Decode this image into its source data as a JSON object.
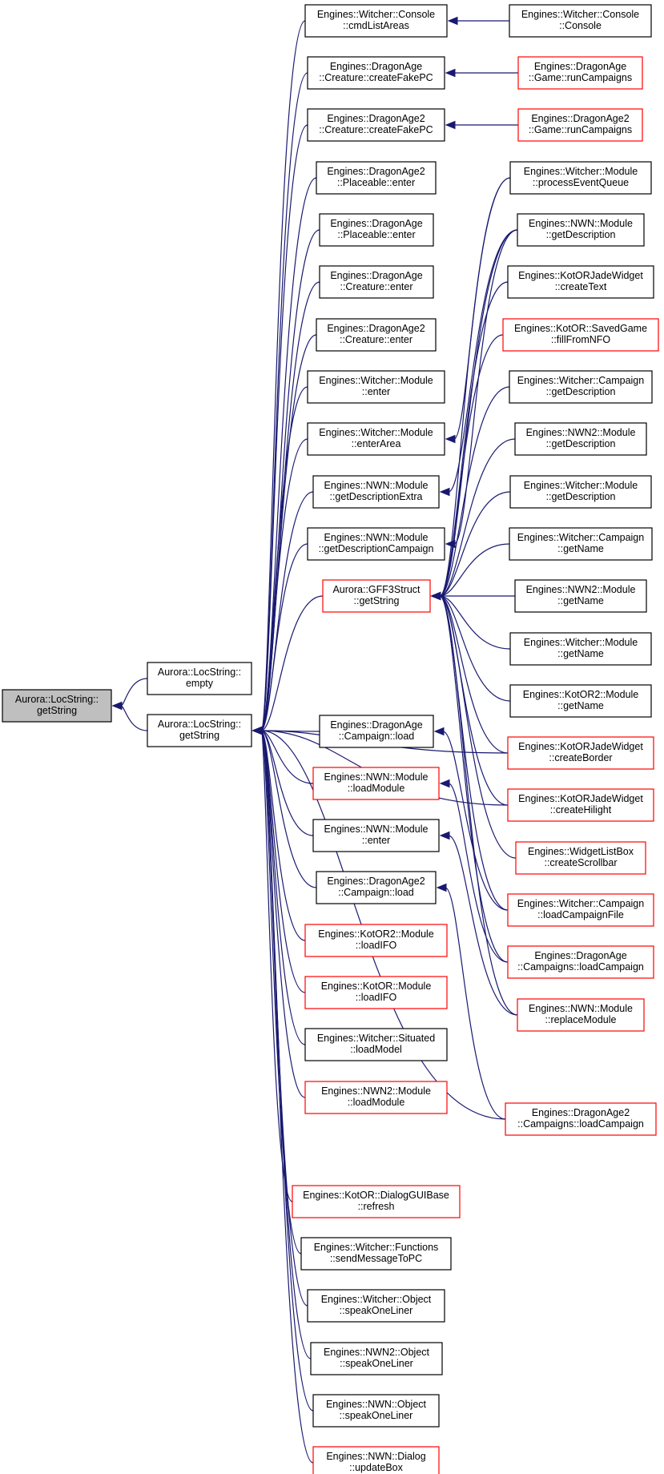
{
  "nodes": {
    "root": [
      "Aurora::LocString::",
      "getString"
    ],
    "empty": [
      "Aurora::LocString::",
      "empty"
    ],
    "getString": [
      "Aurora::LocString::",
      "getString"
    ],
    "cmdListAreas": [
      "Engines::Witcher::Console",
      "::cmdListAreas"
    ],
    "witcherConsole": [
      "Engines::Witcher::Console",
      "::Console"
    ],
    "da_createFakePC": [
      "Engines::DragonAge",
      "::Creature::createFakePC"
    ],
    "da_runCampaigns": [
      "Engines::DragonAge",
      "::Game::runCampaigns"
    ],
    "da2_createFakePC": [
      "Engines::DragonAge2",
      "::Creature::createFakePC"
    ],
    "da2_runCampaigns": [
      "Engines::DragonAge2",
      "::Game::runCampaigns"
    ],
    "da2_placeable_enter": [
      "Engines::DragonAge2",
      "::Placeable::enter"
    ],
    "da_placeable_enter": [
      "Engines::DragonAge",
      "::Placeable::enter"
    ],
    "da_creature_enter": [
      "Engines::DragonAge",
      "::Creature::enter"
    ],
    "da2_creature_enter": [
      "Engines::DragonAge2",
      "::Creature::enter"
    ],
    "witcher_module_enter": [
      "Engines::Witcher::Module",
      "::enter"
    ],
    "witcher_enterArea": [
      "Engines::Witcher::Module",
      "::enterArea"
    ],
    "nwn_getDescriptionExtra": [
      "Engines::NWN::Module",
      "::getDescriptionExtra"
    ],
    "nwn_getDescriptionCampaign": [
      "Engines::NWN::Module",
      "::getDescriptionCampaign"
    ],
    "gff3_getString": [
      "Aurora::GFF3Struct",
      "::getString"
    ],
    "da_campaign_load": [
      "Engines::DragonAge",
      "::Campaign::load"
    ],
    "nwn_loadModule": [
      "Engines::NWN::Module",
      "::loadModule"
    ],
    "nwn_module_enter": [
      "Engines::NWN::Module",
      "::enter"
    ],
    "da2_campaign_load": [
      "Engines::DragonAge2",
      "::Campaign::load"
    ],
    "kotor2_loadIFO": [
      "Engines::KotOR2::Module",
      "::loadIFO"
    ],
    "kotor_loadIFO": [
      "Engines::KotOR::Module",
      "::loadIFO"
    ],
    "witcher_situated_loadModel": [
      "Engines::Witcher::Situated",
      "::loadModel"
    ],
    "nwn2_loadModule": [
      "Engines::NWN2::Module",
      "::loadModule"
    ],
    "kotor_dialog_refresh": [
      "Engines::KotOR::DialogGUIBase",
      "::refresh"
    ],
    "witcher_sendMessageToPC": [
      "Engines::Witcher::Functions",
      "::sendMessageToPC"
    ],
    "witcher_speakOneLiner": [
      "Engines::Witcher::Object",
      "::speakOneLiner"
    ],
    "nwn2_speakOneLiner": [
      "Engines::NWN2::Object",
      "::speakOneLiner"
    ],
    "nwn_speakOneLiner": [
      "Engines::NWN::Object",
      "::speakOneLiner"
    ],
    "nwn_dialog_updateBox": [
      "Engines::NWN::Dialog",
      "::updateBox"
    ],
    "witcher_processEventQueue": [
      "Engines::Witcher::Module",
      "::processEventQueue"
    ],
    "nwn_getDescription": [
      "Engines::NWN::Module",
      "::getDescription"
    ],
    "kotorjade_createText": [
      "Engines::KotORJadeWidget",
      "::createText"
    ],
    "kotor_savedgame_fillFromNFO": [
      "Engines::KotOR::SavedGame",
      "::fillFromNFO"
    ],
    "witcher_campaign_getDescription": [
      "Engines::Witcher::Campaign",
      "::getDescription"
    ],
    "nwn2_getDescription": [
      "Engines::NWN2::Module",
      "::getDescription"
    ],
    "witcher_module_getDescription": [
      "Engines::Witcher::Module",
      "::getDescription"
    ],
    "witcher_campaign_getName": [
      "Engines::Witcher::Campaign",
      "::getName"
    ],
    "nwn2_getName": [
      "Engines::NWN2::Module",
      "::getName"
    ],
    "witcher_module_getName": [
      "Engines::Witcher::Module",
      "::getName"
    ],
    "kotor2_getName": [
      "Engines::KotOR2::Module",
      "::getName"
    ],
    "kotorjade_createBorder": [
      "Engines::KotORJadeWidget",
      "::createBorder"
    ],
    "kotorjade_createHilight": [
      "Engines::KotORJadeWidget",
      "::createHilight"
    ],
    "widgetlistbox_createScrollbar": [
      "Engines::WidgetListBox",
      "::createScrollbar"
    ],
    "witcher_loadCampaignFile": [
      "Engines::Witcher::Campaign",
      "::loadCampaignFile"
    ],
    "da_campaigns_loadCampaign": [
      "Engines::DragonAge",
      "::Campaigns::loadCampaign"
    ],
    "nwn_replaceModule": [
      "Engines::NWN::Module",
      "::replaceModule"
    ],
    "da2_campaigns_loadCampaign": [
      "Engines::DragonAge2",
      "::Campaigns::loadCampaign"
    ]
  },
  "colors": {
    "edge": "#191970",
    "highlight_border": "#ff0000",
    "root_fill": "#bfbfbf"
  }
}
